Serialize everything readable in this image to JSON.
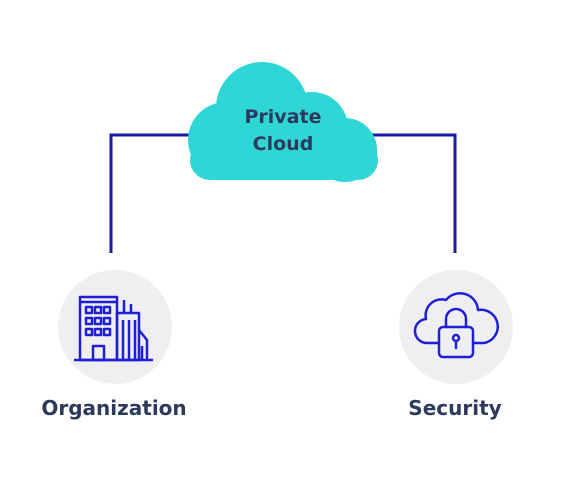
{
  "diagram": {
    "cloud": {
      "line1": "Private",
      "line2": "Cloud",
      "icon": "cloud-shape",
      "fill_color": "#2fd6d6"
    },
    "nodes": [
      {
        "label": "Organization",
        "icon": "office-building-icon"
      },
      {
        "label": "Security",
        "icon": "cloud-lock-icon"
      }
    ],
    "colors": {
      "connector": "#1a1aa8",
      "icon_stroke": "#1f1fd6",
      "circle_bg": "#efeff2",
      "text": "#2e3a5c"
    }
  }
}
